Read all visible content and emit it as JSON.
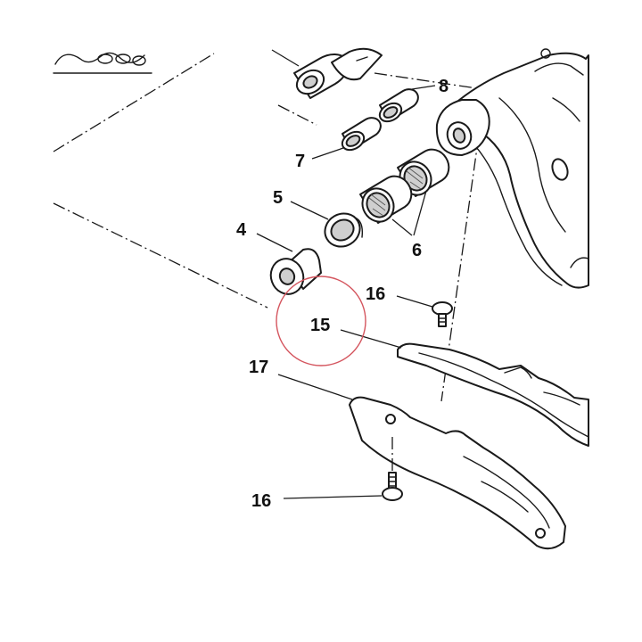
{
  "callouts": {
    "c4": "4",
    "c5": "5",
    "c6": "6",
    "c7": "7",
    "c8": "8",
    "c15": "15",
    "c16_top": "16",
    "c16_bottom": "16",
    "c17": "17"
  },
  "highlight": {
    "target_callout": "15",
    "ring_color": "#d4555e"
  }
}
